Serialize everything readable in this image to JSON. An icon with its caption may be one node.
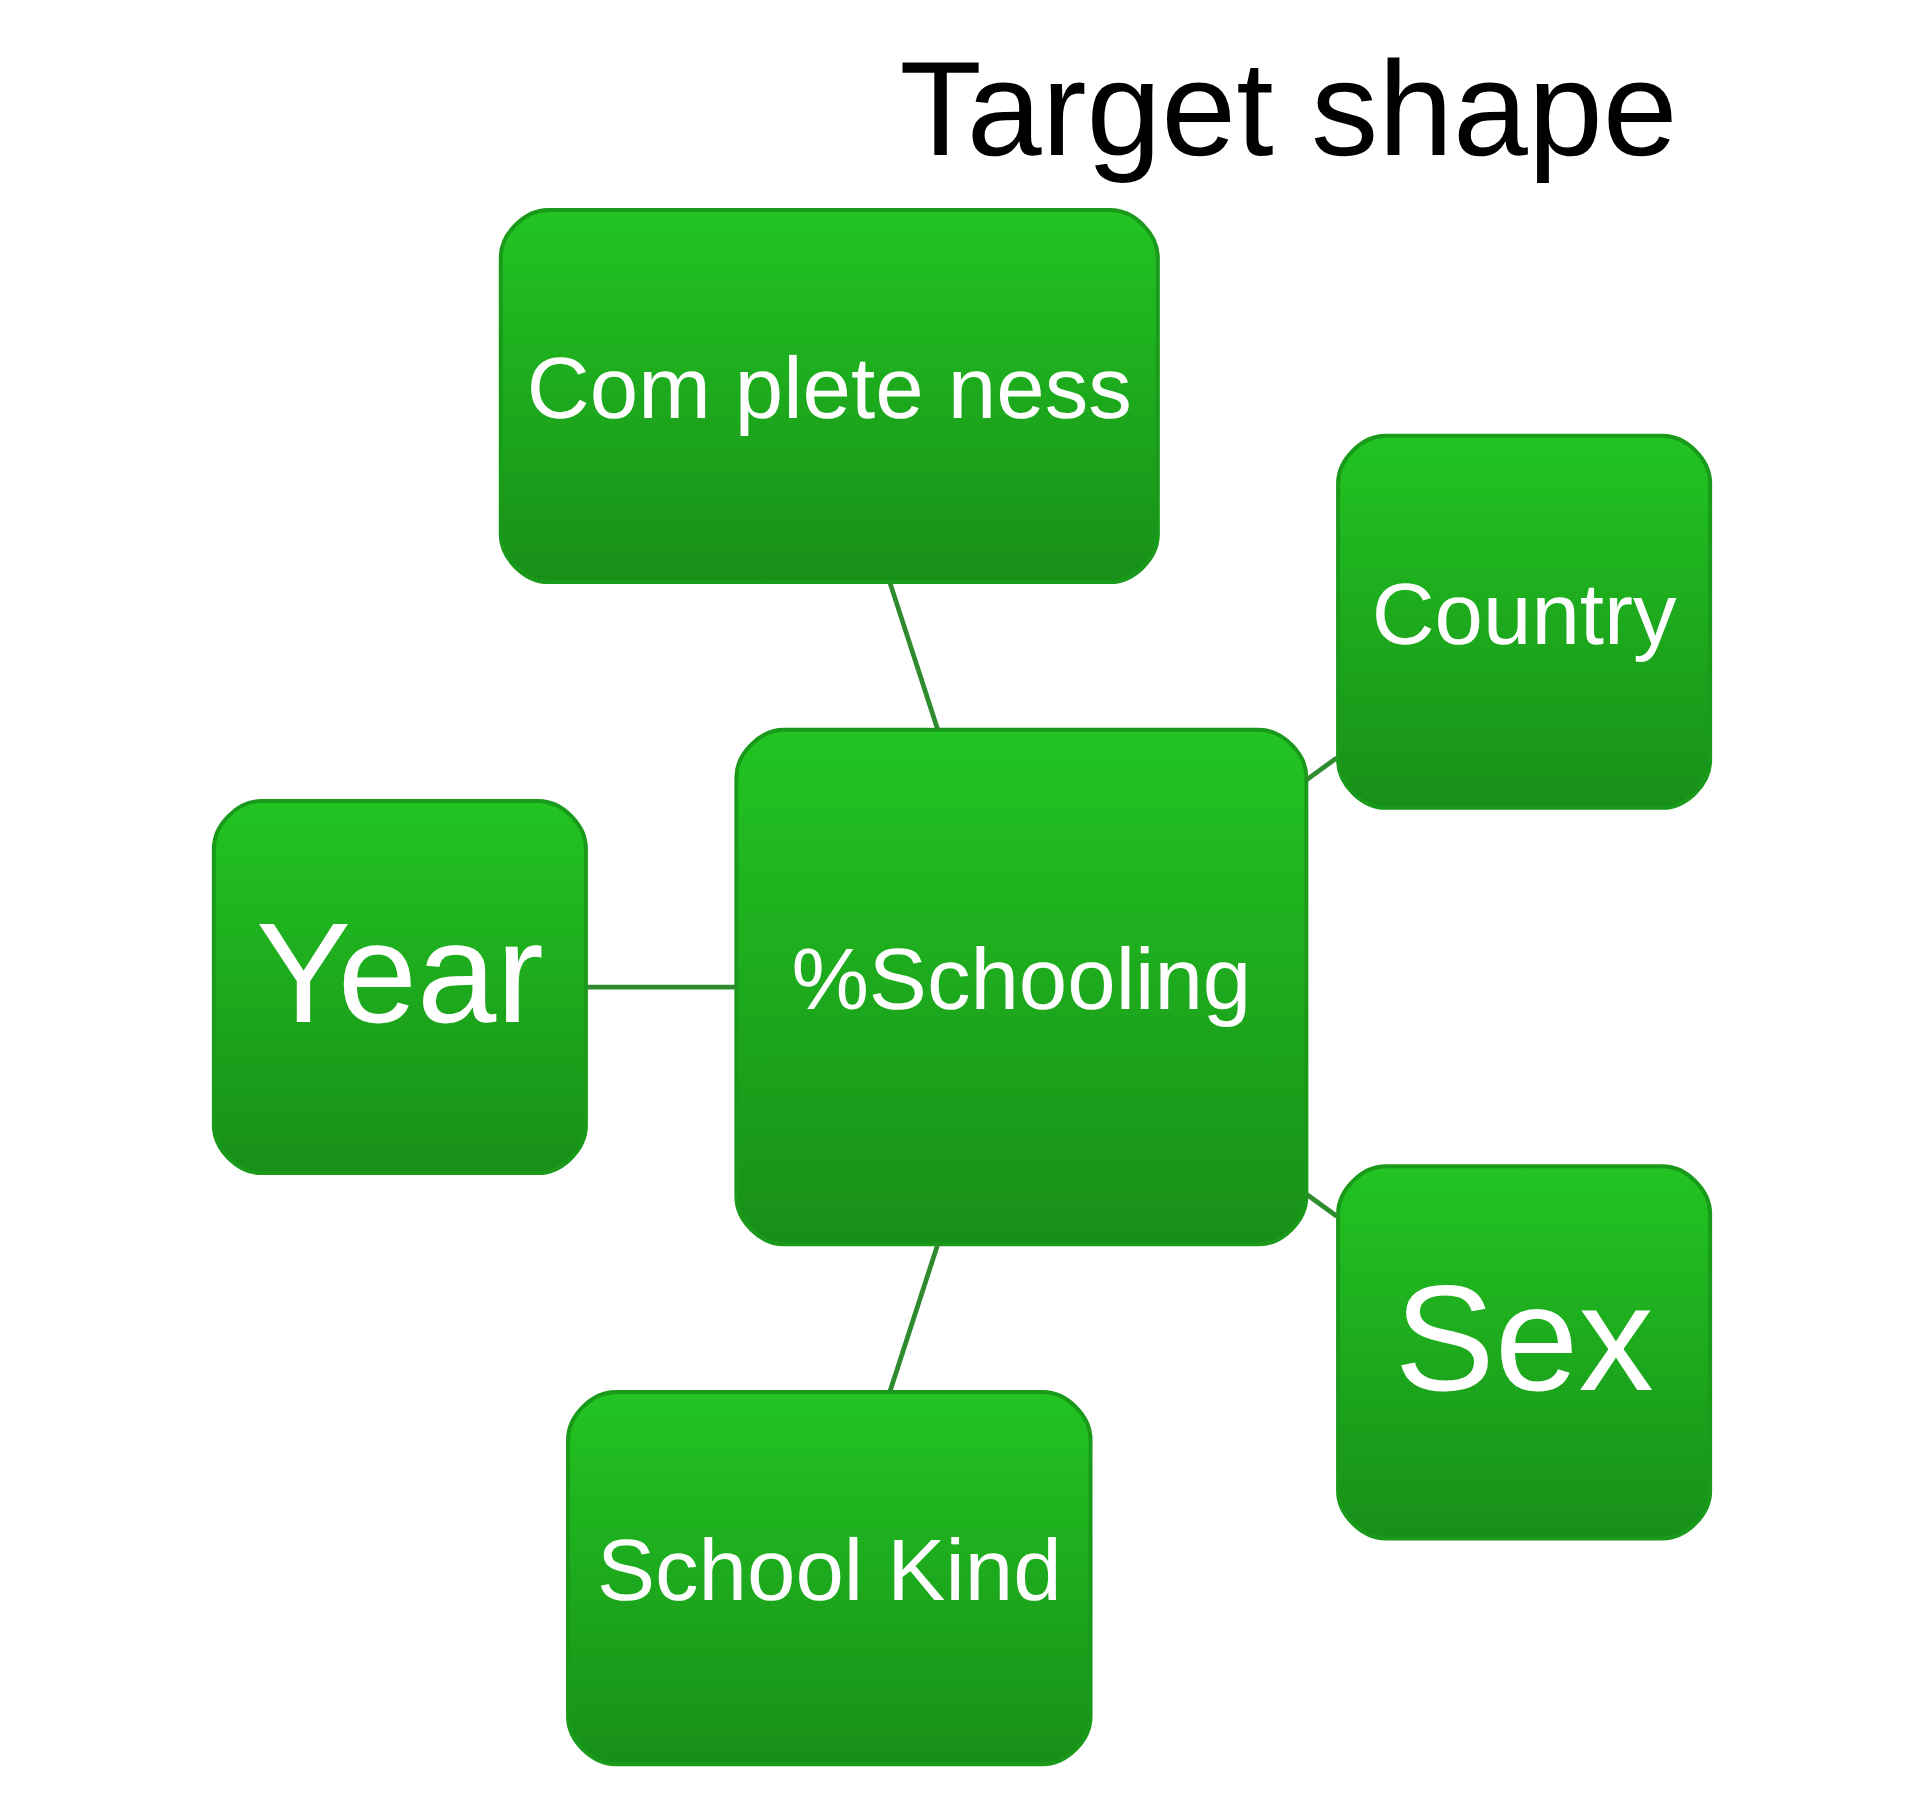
{
  "diagram": {
    "title": "Target shape",
    "nodes": [
      {
        "text": [
          "Country"
        ]
      },
      {
        "text": [
          "Com plete ness"
        ]
      },
      {
        "text": [
          "Year"
        ]
      },
      {
        "text": [
          "%Schooling"
        ]
      },
      {
        "text": [
          "School Kind"
        ]
      },
      {
        "text": [
          "Sex"
        ]
      }
    ],
    "edges": [
      {
        "from": 3,
        "to": 0,
        "arrow": "none"
      },
      {
        "from": 3,
        "to": 1,
        "arrow": "none"
      },
      {
        "from": 3,
        "to": 2,
        "arrow": "none"
      },
      {
        "from": 3,
        "to": 4,
        "arrow": "none"
      },
      {
        "from": 3,
        "to": 5,
        "arrow": "none"
      }
    ]
  }
}
